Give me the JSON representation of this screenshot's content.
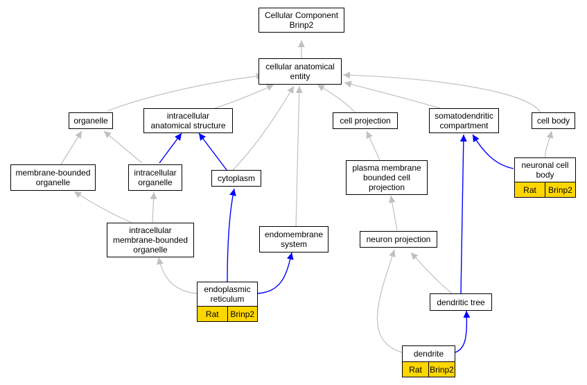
{
  "diagram": {
    "colors": {
      "node_border": "#000000",
      "node_fill": "#ffffff",
      "is_a_edge": "#c0c0c0",
      "part_of_edge": "#0000ff",
      "annotation_fill": "#ffd700"
    },
    "nodes": {
      "root": "Cellular Component\nBrinp2",
      "cae": "cellular anatomical\nentity",
      "organelle": "organelle",
      "ias": "intracellular\nanatomical structure",
      "cellproj": "cell projection",
      "somato": "somatodendritic\ncompartment",
      "cellbody": "cell body",
      "mbo": "membrane-bounded\norganelle",
      "intraorg": "intracellular\norganelle",
      "cytoplasm": "cytoplasm",
      "pmbcp": "plasma membrane\nbounded cell\nprojection",
      "ncb": "neuronal cell\nbody",
      "imbo": "intracellular\nmembrane-bounded\norganelle",
      "endomem": "endomembrane\nsystem",
      "neuronproj": "neuron projection",
      "er": "endoplasmic\nreticulum",
      "dtree": "dendritic tree",
      "dendrite": "dendrite"
    },
    "annotations": {
      "ncb": {
        "species": "Rat",
        "gene": "Brinp2"
      },
      "er": {
        "species": "Rat",
        "gene": "Brinp2"
      },
      "dendrite": {
        "species": "Rat",
        "gene": "Brinp2"
      }
    }
  }
}
